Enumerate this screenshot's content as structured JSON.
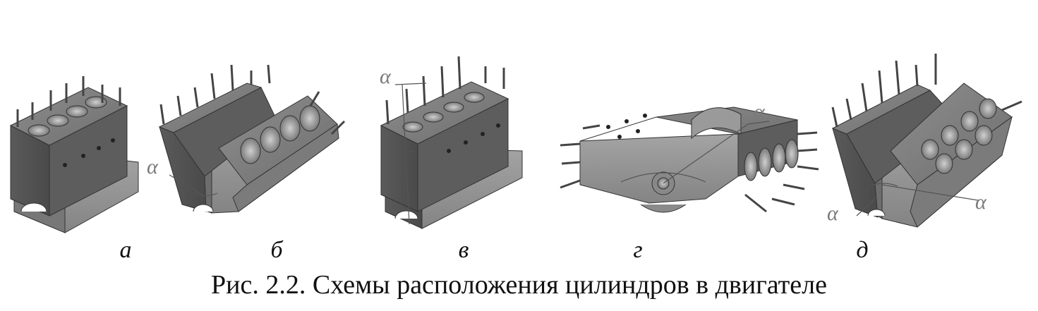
{
  "figure": {
    "caption": "Рис. 2.2. Схемы расположения цилиндров в двигателе",
    "angle_symbol": "α",
    "panels": [
      {
        "id": "a",
        "label": "а"
      },
      {
        "id": "b",
        "label": "б"
      },
      {
        "id": "v",
        "label": "в"
      },
      {
        "id": "g",
        "label": "г"
      },
      {
        "id": "d",
        "label": "д"
      }
    ]
  }
}
